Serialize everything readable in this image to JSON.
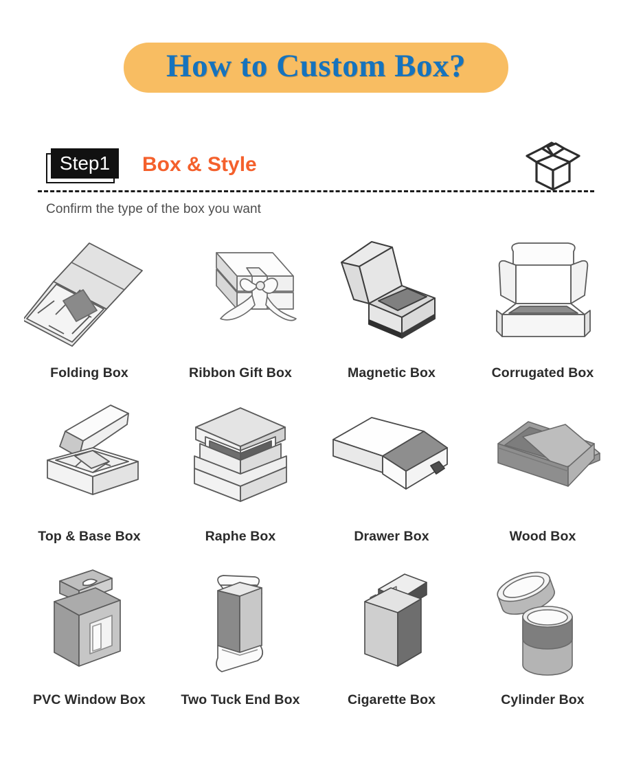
{
  "header": {
    "title": "How to Custom Box?",
    "pill_color": "#f8bd62",
    "title_color": "#1673bd"
  },
  "step": {
    "badge": "Step1",
    "title": "Box & Style",
    "title_color": "#f4602c",
    "subtitle": "Confirm the type of the box you want",
    "icon": "open-box-icon"
  },
  "boxes": [
    {
      "label": "Folding Box",
      "icon": "folding-box-illustration"
    },
    {
      "label": "Ribbon Gift Box",
      "icon": "ribbon-gift-box-illustration"
    },
    {
      "label": "Magnetic Box",
      "icon": "magnetic-box-illustration"
    },
    {
      "label": "Corrugated Box",
      "icon": "corrugated-box-illustration"
    },
    {
      "label": "Top & Base Box",
      "icon": "top-base-box-illustration"
    },
    {
      "label": "Raphe Box",
      "icon": "raphe-box-illustration"
    },
    {
      "label": "Drawer Box",
      "icon": "drawer-box-illustration"
    },
    {
      "label": "Wood Box",
      "icon": "wood-box-illustration"
    },
    {
      "label": "PVC Window Box",
      "icon": "pvc-window-box-illustration"
    },
    {
      "label": "Two Tuck End Box",
      "icon": "two-tuck-end-box-illustration"
    },
    {
      "label": "Cigarette Box",
      "icon": "cigarette-box-illustration"
    },
    {
      "label": "Cylinder Box",
      "icon": "cylinder-box-illustration"
    }
  ],
  "palette": {
    "line": "#4a4a4a",
    "light": "#f2f2f2",
    "mid": "#d4d4d4",
    "dark": "#7d7d7d",
    "darker": "#585858"
  }
}
